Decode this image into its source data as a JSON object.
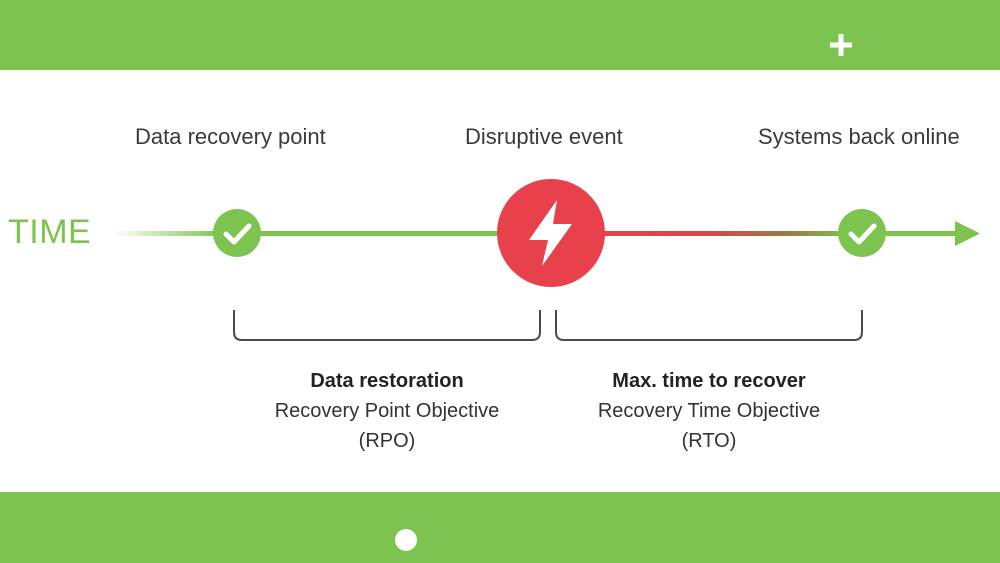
{
  "diagram": {
    "time_label": "TIME",
    "events": {
      "recovery_point": "Data recovery point",
      "disruptive_event": "Disruptive event",
      "back_online": "Systems back online"
    },
    "rpo": {
      "title": "Data restoration",
      "subtitle": "Recovery Point Objective",
      "abbr": "(RPO)"
    },
    "rto": {
      "title": "Max. time to recover",
      "subtitle": "Recovery Time Objective",
      "abbr": "(RTO)"
    }
  },
  "colors": {
    "green": "#7dc34f",
    "red": "#e8414b",
    "brown": "#9a7a45",
    "bracket": "#4a4a4a"
  },
  "icons": {
    "top_right": "plus-icon",
    "checkpoint": "check-icon",
    "event": "lightning-bolt-icon",
    "arrow": "arrow-head-icon"
  }
}
